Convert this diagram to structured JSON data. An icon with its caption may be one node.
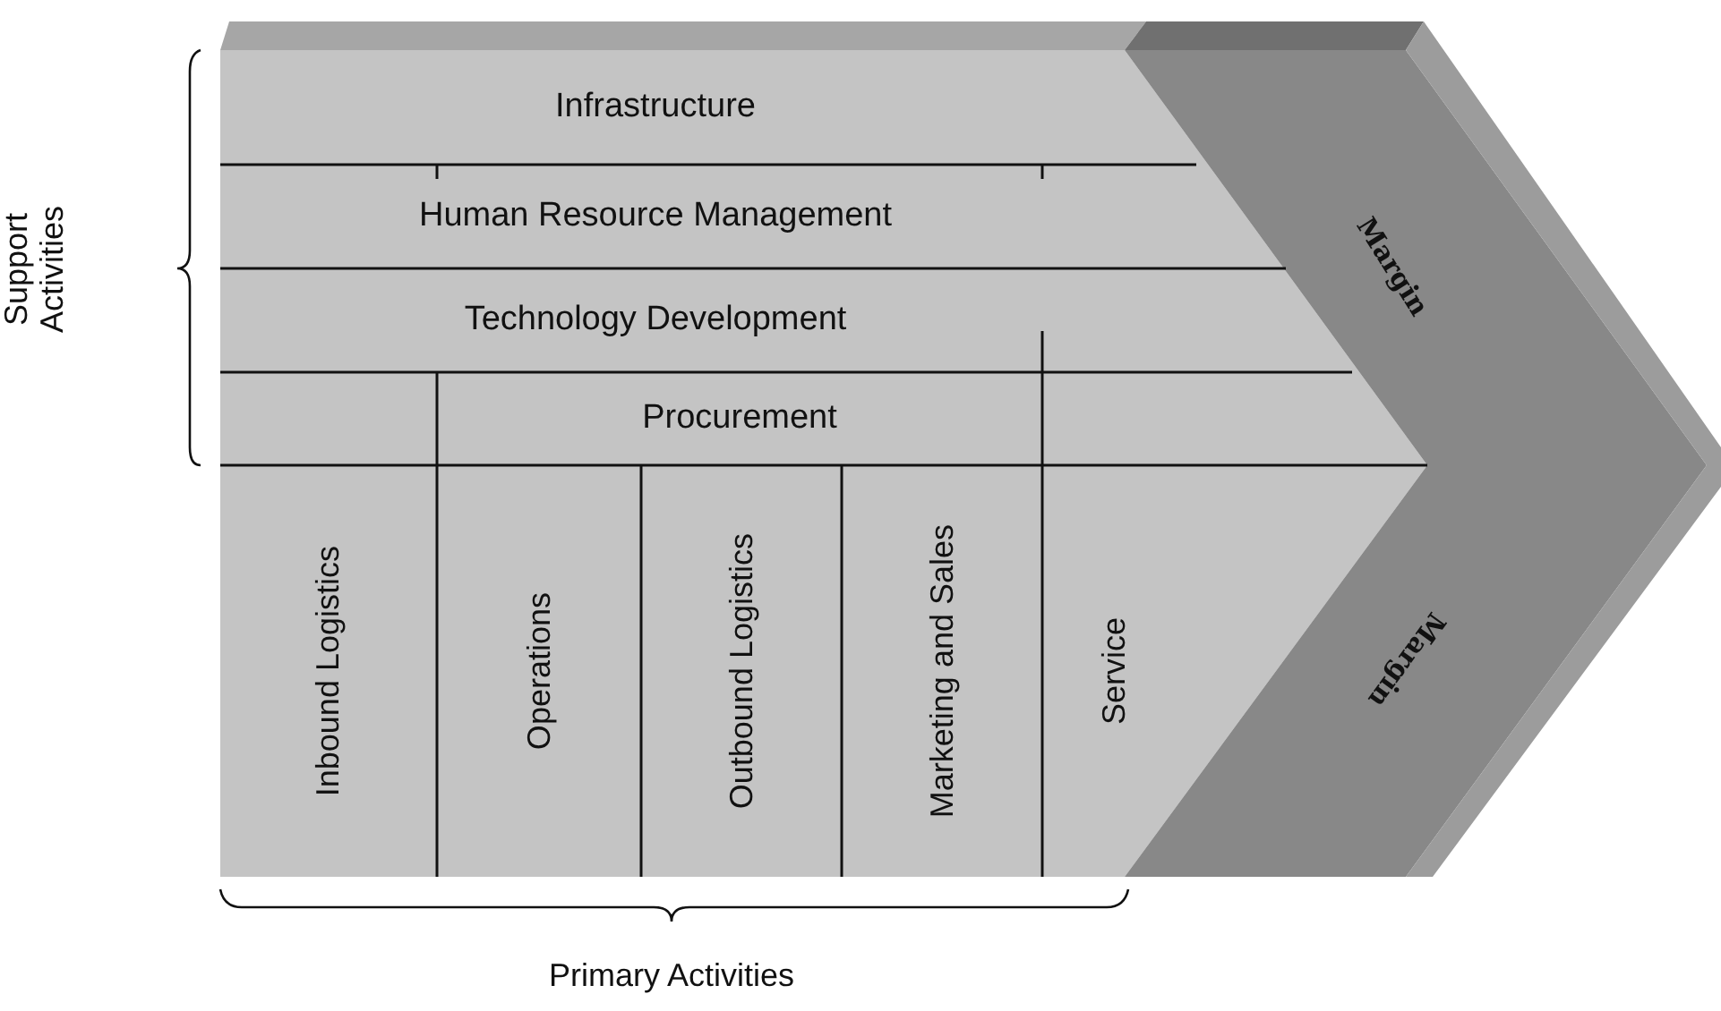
{
  "diagram": {
    "nodes": [
      {
        "text": [
          "Infrastructure"
        ]
      },
      {
        "text": [
          "Human Resource Management"
        ]
      },
      {
        "text": [
          "Technology Development"
        ]
      },
      {
        "text": [
          "Procurement"
        ]
      },
      {
        "text": [
          "Inbound Logistics"
        ]
      },
      {
        "text": [
          "Operations"
        ]
      },
      {
        "text": [
          "Outbound Logistics"
        ]
      },
      {
        "text": [
          "Marketing and Sales"
        ]
      },
      {
        "text": [
          "Service"
        ]
      },
      {
        "text": [
          "Margin"
        ]
      },
      {
        "text": [
          "Margin"
        ]
      }
    ],
    "labels": [
      "Support Activities",
      "Primary Activities"
    ]
  }
}
